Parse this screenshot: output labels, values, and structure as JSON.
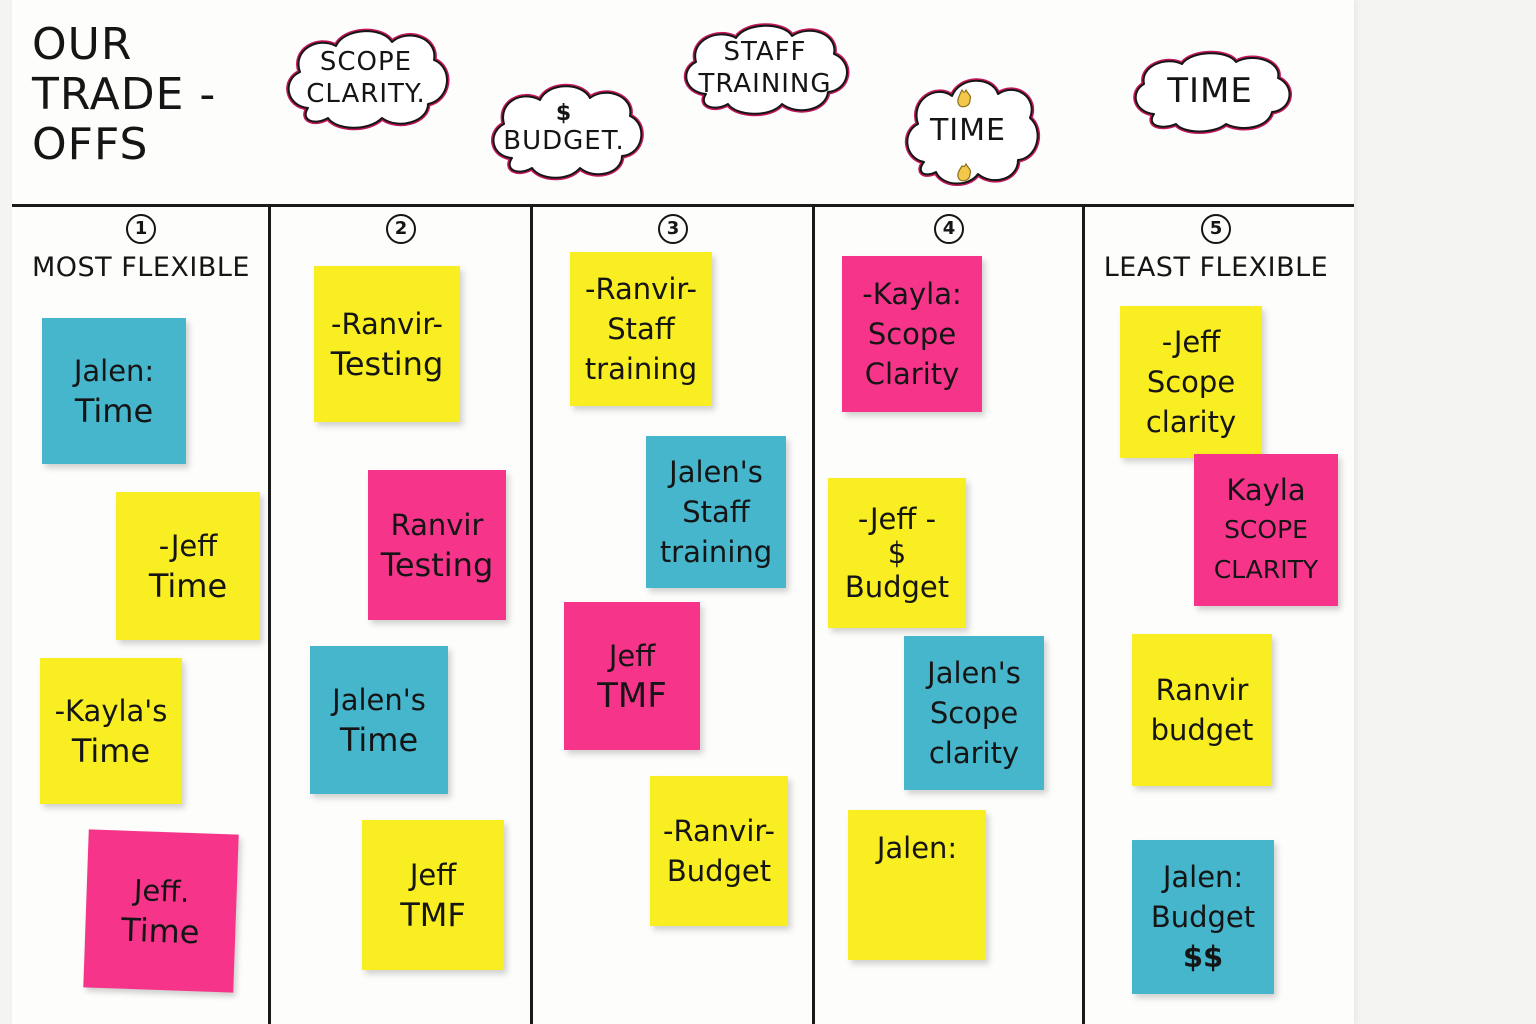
{
  "title": {
    "line1": "OUR",
    "line2": "TRADE -",
    "line3": "OFFS"
  },
  "clouds": {
    "scope": {
      "line1": "SCOPE",
      "line2": "CLARITY."
    },
    "budget": {
      "symbol": "$",
      "label": "BUDGET."
    },
    "staff": {
      "line1": "STAFF",
      "line2": "TRAINING"
    },
    "time_small": {
      "label": "TIME"
    },
    "time": {
      "label": "TIME"
    }
  },
  "columns": [
    {
      "number": "1",
      "label": "MOST FLEXIBLE"
    },
    {
      "number": "2",
      "label": ""
    },
    {
      "number": "3",
      "label": ""
    },
    {
      "number": "4",
      "label": ""
    },
    {
      "number": "5",
      "label": "LEAST FLEXIBLE"
    }
  ],
  "colors": {
    "yellow": "#f8ee21",
    "pink": "#f6358a",
    "blue": "#46b6cd"
  },
  "notes": {
    "c1n1": {
      "color": "blue",
      "line1": "Jalen:",
      "line2": "Time"
    },
    "c1n2": {
      "color": "yellow",
      "line1": "-Jeff",
      "line2": "Time"
    },
    "c1n3": {
      "color": "yellow",
      "line1": "-Kayla's",
      "line2": "Time"
    },
    "c1n4": {
      "color": "pink",
      "line1": "Jeff.",
      "line2": "Time"
    },
    "c2n1": {
      "color": "yellow",
      "line1": "-Ranvir-",
      "line2": "Testing"
    },
    "c2n2": {
      "color": "pink",
      "line1": "Ranvir",
      "line2": "Testing"
    },
    "c2n3": {
      "color": "blue",
      "line1": "Jalen's",
      "line2": "Time"
    },
    "c2n4": {
      "color": "yellow",
      "line1": "Jeff",
      "line2": "TMF"
    },
    "c3n1": {
      "color": "yellow",
      "line1": "-Ranvir-",
      "line2": "Staff",
      "line3": "training"
    },
    "c3n2": {
      "color": "blue",
      "line1": "Jalen's",
      "line2": "Staff",
      "line3": "training"
    },
    "c3n3": {
      "color": "pink",
      "line1": "Jeff",
      "line2": "TMF"
    },
    "c3n4": {
      "color": "yellow",
      "line1": "-Ranvir-",
      "line2": "Budget"
    },
    "c4n1": {
      "color": "pink",
      "line1": "-Kayla:",
      "line2": "Scope",
      "line3": "Clarity"
    },
    "c4n2": {
      "color": "yellow",
      "line1": "-Jeff -",
      "line2": "$",
      "line3": "Budget"
    },
    "c4n3": {
      "color": "blue",
      "line1": "Jalen's",
      "line2": "Scope",
      "line3": "clarity"
    },
    "c4n4": {
      "color": "yellow",
      "line1": "Jalen:"
    },
    "c5n1": {
      "color": "yellow",
      "line1": "-Jeff",
      "line2": "Scope",
      "line3": "clarity"
    },
    "c5n2": {
      "color": "pink",
      "line1": "Kayla",
      "line2": "SCOPE",
      "line3": "CLARITY"
    },
    "c5n3": {
      "color": "yellow",
      "line1": "Ranvir",
      "line2": "budget"
    },
    "c5n4": {
      "color": "blue",
      "line1": "Jalen:",
      "line2": "Budget",
      "line3": "$$"
    }
  }
}
